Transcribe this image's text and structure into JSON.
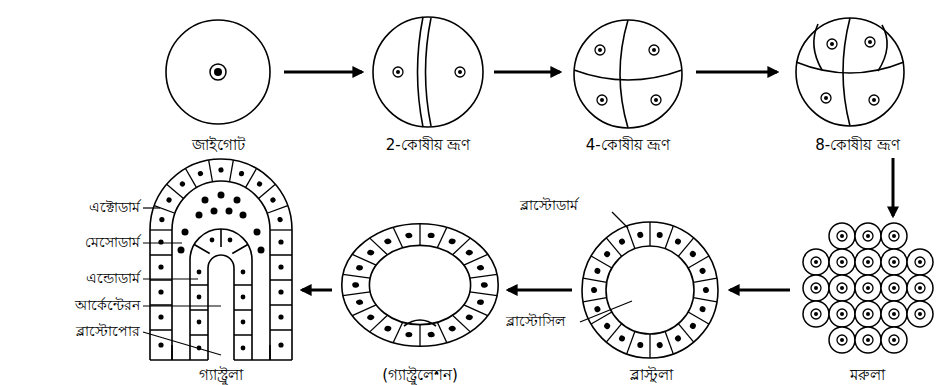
{
  "diagram": {
    "nodes": [
      {
        "text": [
          "জাইগোট"
        ]
      },
      {
        "text": [
          "2-কোষীয় ভ্রূণ"
        ]
      },
      {
        "text": [
          "4-কোষীয় ভ্রূণ"
        ]
      },
      {
        "text": [
          "8-কোষীয় ভ্রূণ"
        ]
      },
      {
        "text": [
          "মরুলা"
        ]
      },
      {
        "text": [
          "ব্লাস্টুলা"
        ]
      },
      {
        "text": [
          "(গ্যাস্ট্রুলেশন)"
        ]
      },
      {
        "text": [
          "গ্যাস্ট্রুলা"
        ]
      }
    ],
    "edges": [
      {
        "from": 0,
        "to": 1,
        "arrow": "to"
      },
      {
        "from": 1,
        "to": 2,
        "arrow": "to"
      },
      {
        "from": 2,
        "to": 3,
        "arrow": "to"
      },
      {
        "from": 3,
        "to": 4,
        "arrow": "to"
      },
      {
        "from": 4,
        "to": 5,
        "arrow": "to"
      },
      {
        "from": 5,
        "to": 6,
        "arrow": "to"
      },
      {
        "from": 6,
        "to": 7,
        "arrow": "to"
      }
    ],
    "labels": [
      "এক্টোডার্ম",
      "মেসোডার্ম",
      "এন্ডোডার্ম",
      "আর্কেন্টেরন",
      "ব্লাস্টোপোর",
      "ব্লাস্টোডার্ম",
      "ব্লাস্টোসিল"
    ]
  }
}
